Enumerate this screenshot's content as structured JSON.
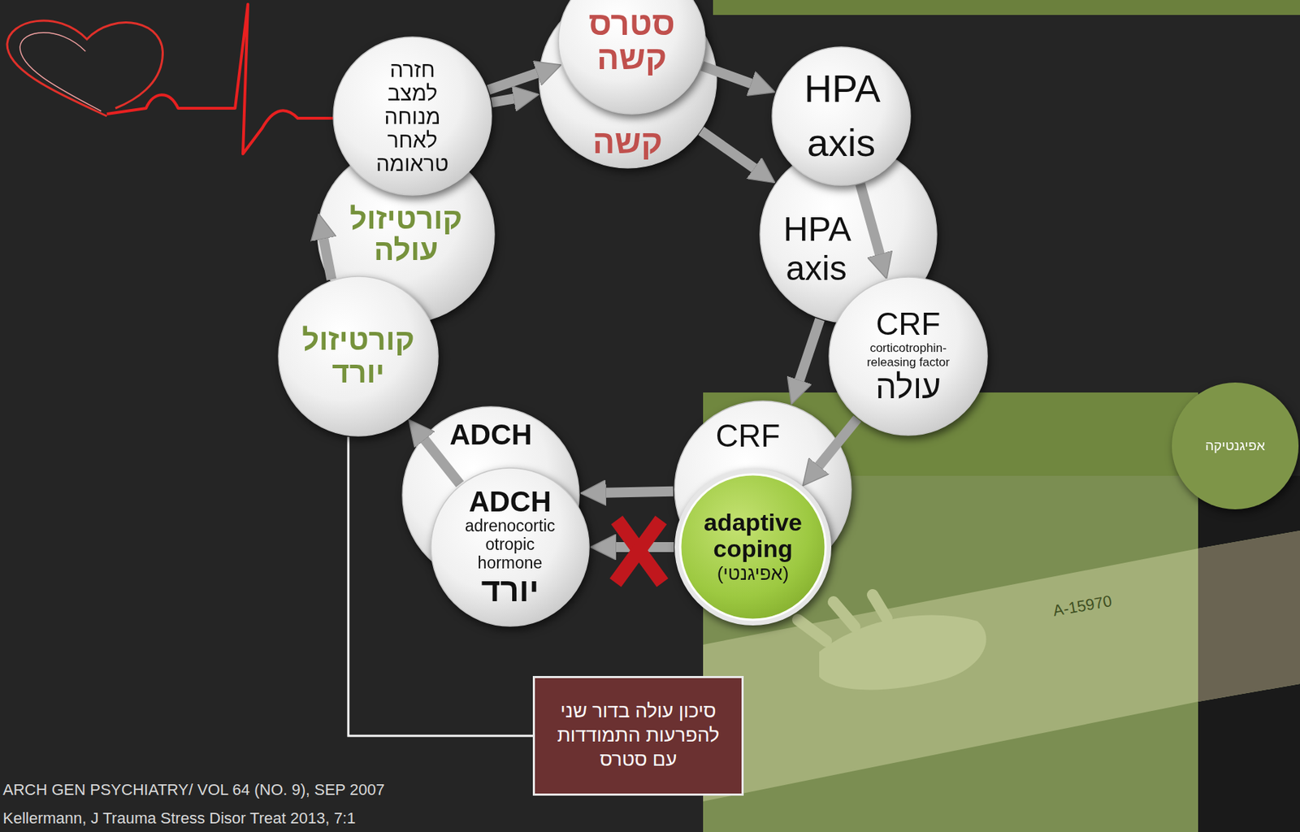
{
  "diagram": {
    "nodes": [
      {
        "text": [
          "קשה"
        ]
      },
      {
        "text": [
          "סטרס קשה"
        ]
      },
      {
        "text": [
          "HPA axis"
        ]
      },
      {
        "text": [
          "HPA axis"
        ]
      },
      {
        "text": [
          "CRF",
          "corticotrophin-releasing factor",
          "עולה"
        ]
      },
      {
        "text": [
          "CRF"
        ]
      },
      {
        "text": [
          "adaptive coping",
          "(אפיגנטי)"
        ]
      },
      {
        "text": [
          "ADCH"
        ]
      },
      {
        "text": [
          "ADCH",
          "adrenocortic otropic hormone",
          "יורד"
        ]
      },
      {
        "text": [
          "קורטיזול יורד"
        ]
      },
      {
        "text": [
          "קורטיזול עולה"
        ]
      },
      {
        "text": [
          "חזרה למצב מנוחה לאחר טראומה"
        ]
      },
      {
        "text": [
          "אפיגנטיקה"
        ]
      },
      {
        "text": [
          "סיכון עולה בדור שני להפרעות התמודדות עם סטרס"
        ]
      }
    ],
    "edges": [
      {
        "from": 1,
        "to": 3,
        "arrow": "to"
      },
      {
        "from": 0,
        "to": 2,
        "arrow": "to"
      },
      {
        "from": 3,
        "to": 4,
        "arrow": "to"
      },
      {
        "from": 2,
        "to": 5,
        "arrow": "to"
      },
      {
        "from": 4,
        "to": 6,
        "arrow": "to"
      },
      {
        "from": 6,
        "to": 8,
        "arrow": "to"
      },
      {
        "from": 5,
        "to": 7,
        "arrow": "to"
      },
      {
        "from": 8,
        "to": 9,
        "arrow": "to"
      },
      {
        "from": 9,
        "to": 10,
        "arrow": "to"
      },
      {
        "from": 11,
        "to": 1,
        "arrow": "to"
      },
      {
        "from": 11,
        "to": 0,
        "arrow": "to"
      },
      {
        "from": 9,
        "to": 13,
        "arrow": "none"
      }
    ],
    "labels": [
      "ARCH GEN PSYCHIATRY/ VOL 64 (NO. 9), SEP 2007",
      "Kellermann, J Trauma Stress Disor Treat 2013, 7:1",
      "A-15970"
    ]
  }
}
